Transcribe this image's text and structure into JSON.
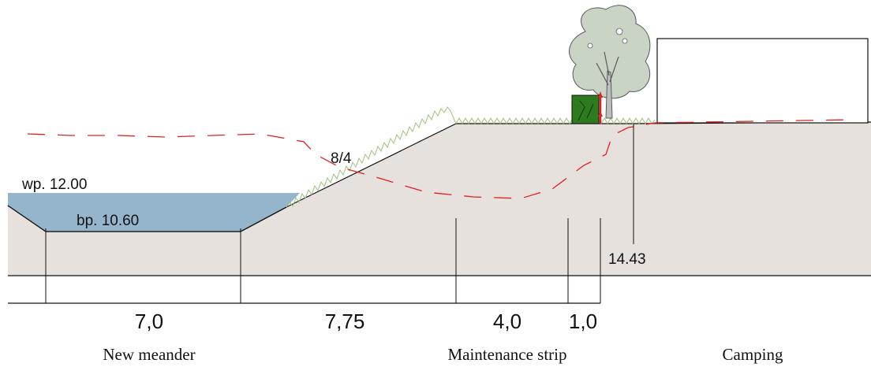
{
  "levels": {
    "water_level": "wp. 12.00",
    "bottom_level": "bp. 10.60",
    "slope": "8/4",
    "dike_level": "14.43"
  },
  "dimensions": [
    "7,0",
    "7,75",
    "4,0",
    "1,0"
  ],
  "zones": {
    "new_meander": "New meander",
    "maintenance_strip": "Maintenance strip",
    "camping": "Camping"
  },
  "colors": {
    "ground": "#e6e1dc",
    "water": "#95b5cd",
    "grass": "#9cc27a",
    "red_line": "#e02020",
    "hedge": "#2e7a1f",
    "tree": "#c9d4c4"
  }
}
